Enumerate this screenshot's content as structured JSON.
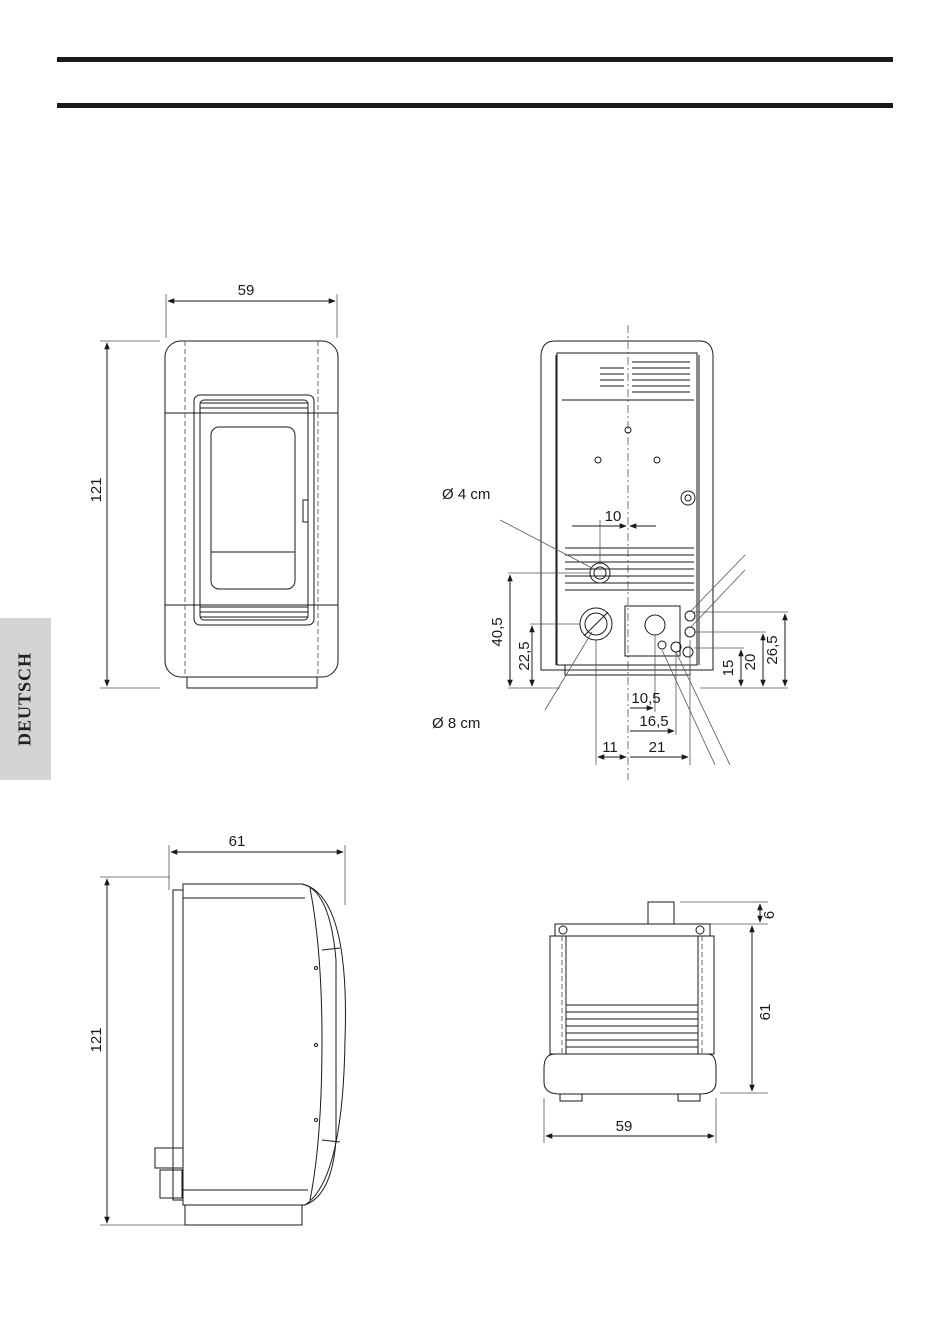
{
  "sidebar": {
    "language_tab": "DEUTSCH"
  },
  "front_view": {
    "width": "59",
    "height": "121"
  },
  "side_view": {
    "depth": "61",
    "height": "121"
  },
  "rear_view": {
    "air_inlet": "Ø 4 cm",
    "smoke_outlet": "Ø 8 cm",
    "h_inlet_offset": "10",
    "v_inlet_height": "40,5",
    "v_outlet_height": "22,5",
    "h_outlet_left": "11",
    "h_conn_1": "10,5",
    "h_conn_2": "16,5",
    "h_conn_3": "21",
    "v_conn_1": "15",
    "v_conn_2": "20",
    "v_conn_3": "26,5"
  },
  "top_view": {
    "width": "59",
    "depth": "61",
    "flue_height": "6"
  }
}
